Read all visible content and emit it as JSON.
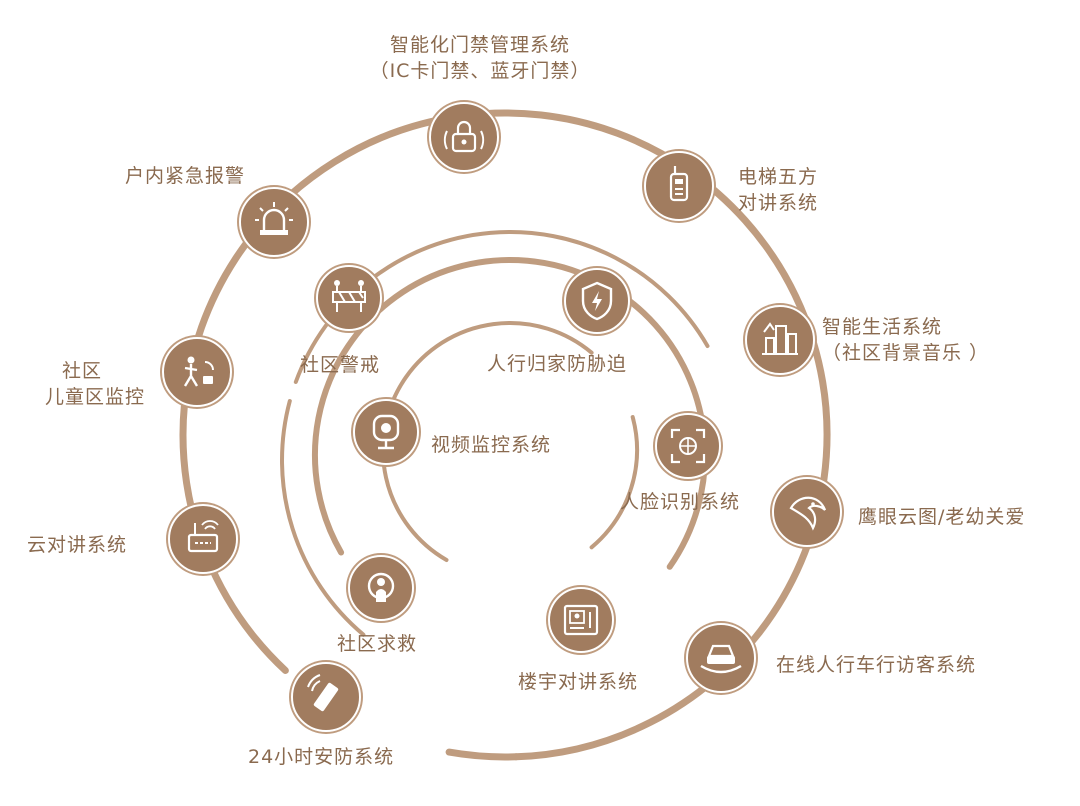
{
  "colors": {
    "ring": "#bf9c7f",
    "node_fill": "#a17c5f",
    "node_ring": "#ffffff",
    "icon": "#ffffff",
    "text": "#8a6a4f"
  },
  "nodes": {
    "access": {
      "icon": "padlock-icon",
      "lines": [
        "智能化门禁管理系统",
        "（IC卡门禁、蓝牙门禁）"
      ]
    },
    "elevator": {
      "icon": "walkie-talkie-icon",
      "lines": [
        "电梯五方",
        "对讲系统"
      ]
    },
    "music": {
      "icon": "city-skyline-icon",
      "lines": [
        "智能生活系统",
        "（社区背景音乐 ）"
      ]
    },
    "eagle": {
      "icon": "eagle-icon",
      "lines": [
        "鹰眼云图/老幼关爱"
      ]
    },
    "visitor": {
      "icon": "car-hand-icon",
      "lines": [
        "在线人行车行访客系统"
      ]
    },
    "security": {
      "icon": "sensor-icon",
      "lines": [
        "24小时安防系统"
      ]
    },
    "cloud": {
      "icon": "intercom-icon",
      "lines": [
        "云对讲系统"
      ]
    },
    "children": {
      "icon": "child-alarm-icon",
      "lines": [
        "社区",
        "儿童区监控"
      ]
    },
    "alarm": {
      "icon": "siren-icon",
      "lines": [
        "户内紧急报警"
      ]
    },
    "guard": {
      "icon": "barrier-icon",
      "lines": [
        "社区警戒"
      ]
    },
    "duress": {
      "icon": "shield-bolt-icon",
      "lines": [
        "人行归家防胁迫"
      ]
    },
    "face": {
      "icon": "face-scan-icon",
      "lines": [
        "人脸识别系统"
      ]
    },
    "building": {
      "icon": "door-phone-icon",
      "lines": [
        "楼宇对讲系统"
      ]
    },
    "rescue": {
      "icon": "sos-icon",
      "lines": [
        "社区求救"
      ]
    },
    "video": {
      "icon": "camera-icon",
      "lines": [
        "视频监控系统"
      ]
    }
  }
}
